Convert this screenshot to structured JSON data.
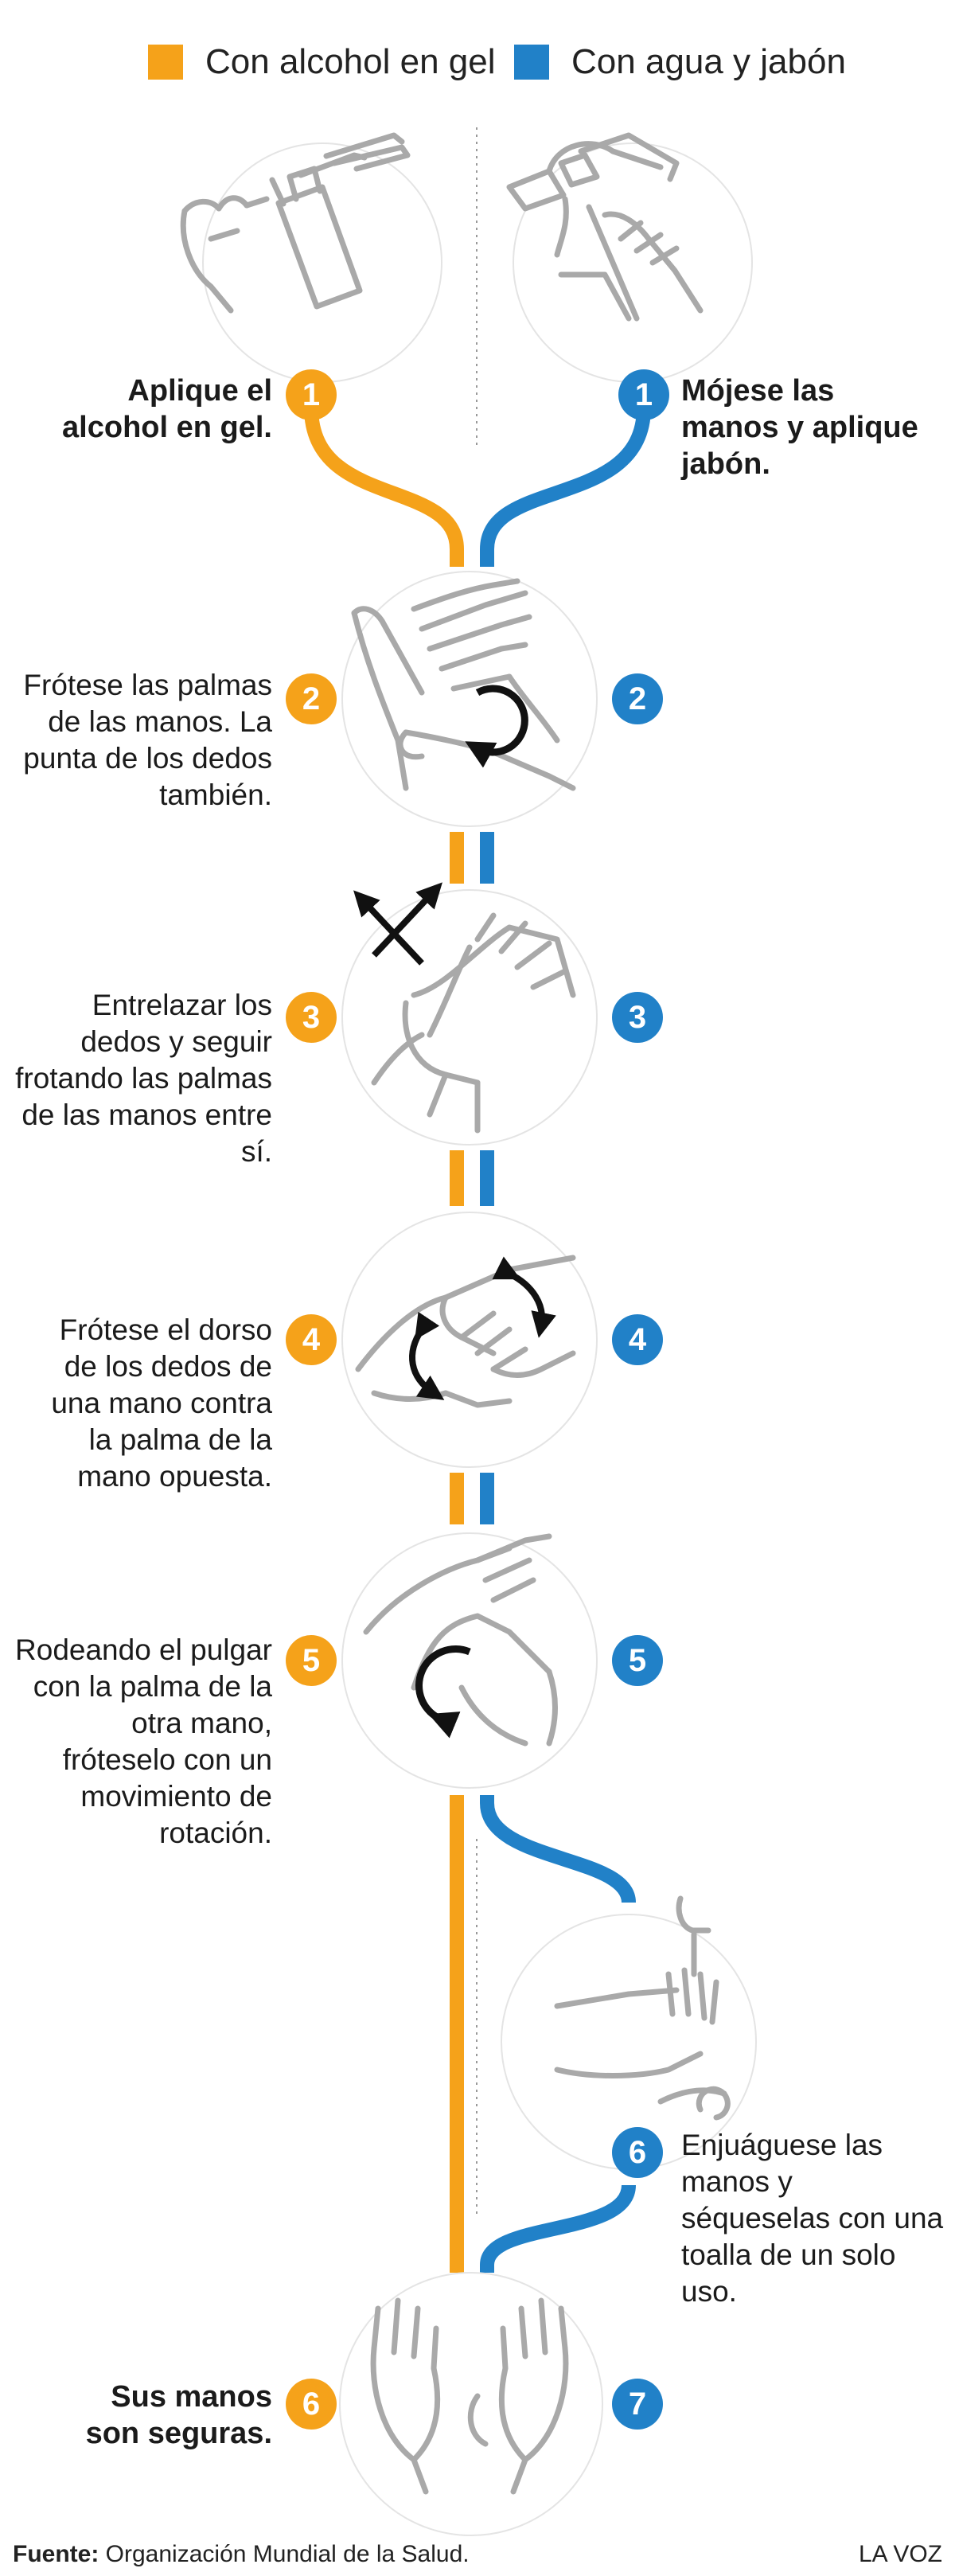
{
  "legend": {
    "gel": {
      "label": "Con alcohol en gel",
      "color": "#f5a21a"
    },
    "water": {
      "label": "Con agua y jabón",
      "color": "#2181c8"
    }
  },
  "steps": [
    {
      "gel_num": "1",
      "water_num": "1",
      "gel_text": "Aplique el alcohol en gel.",
      "water_text": "Mójese las manos y aplique jabón.",
      "icon": "applying-sanitizer-and-wetting-hands-icon"
    },
    {
      "gel_num": "2",
      "water_num": "2",
      "gel_text": "Frótese las palmas de las manos. La punta de los dedos también.",
      "icon": "rubbing-palms-icon"
    },
    {
      "gel_num": "3",
      "water_num": "3",
      "gel_text": "Entrelazar los dedos y seguir frotando las palmas de las manos entre sí.",
      "icon": "interlaced-fingers-icon"
    },
    {
      "gel_num": "4",
      "water_num": "4",
      "gel_text": "Frótese el dorso de los dedos de una mano contra la palma de la mano opuesta.",
      "icon": "back-of-fingers-icon"
    },
    {
      "gel_num": "5",
      "water_num": "5",
      "gel_text": "Rodeando el pulgar con la palma de la otra mano, fróteselo con un movimiento de rotación.",
      "icon": "thumb-rotation-icon"
    },
    {
      "water_num": "6",
      "water_text": "Enjuáguese las manos y séqueselas con una toalla de un solo uso.",
      "icon": "rinsing-hands-icon"
    },
    {
      "gel_num": "6",
      "water_num": "7",
      "gel_text": "Sus manos son seguras.",
      "icon": "open-clean-hands-icon"
    }
  ],
  "footer": {
    "source_label": "Fuente:",
    "source_text": "Organización Mundial de la Salud.",
    "credit": "LA VOZ"
  }
}
